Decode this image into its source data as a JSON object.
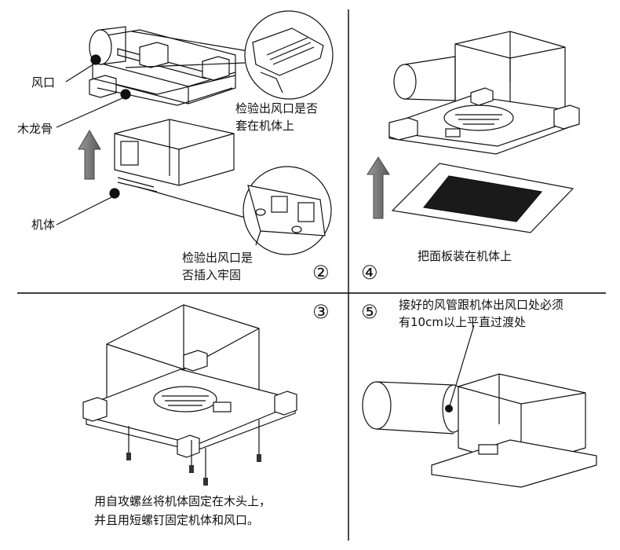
{
  "panel2": {
    "label_air_outlet": "风口",
    "label_wood_keel": "木龙骨",
    "label_body": "机体",
    "note_sleeve": [
      "检验出风口是否",
      "套在机体上"
    ],
    "note_insert": [
      "检验出风口是",
      "否插入牢固"
    ],
    "step": "②"
  },
  "panel4": {
    "note": "把面板装在机体上",
    "step": "④"
  },
  "panel3": {
    "step": "③",
    "note": [
      "用自攻螺丝将机体固定在木头上，",
      "并且用短螺钉固定机体和风口。"
    ]
  },
  "panel5": {
    "step": "⑤",
    "note": [
      "接好的风管跟机体出风口处必须",
      "有10cm以上平直过渡处"
    ]
  }
}
